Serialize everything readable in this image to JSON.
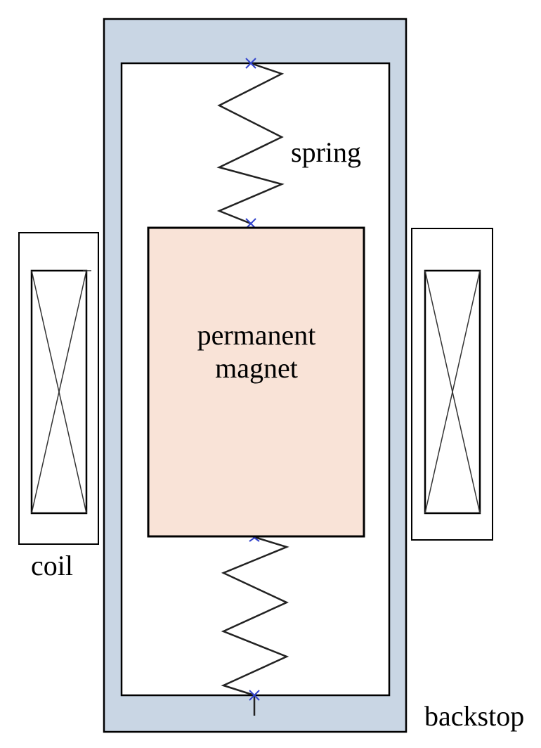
{
  "labels": {
    "spring": "spring",
    "magnet_line1": "permanent",
    "magnet_line2": "magnet",
    "coil": "coil",
    "backstop": "backstop"
  },
  "colors": {
    "housing_fill": "#c9d6e4",
    "magnet_fill": "#f9e3d7",
    "outline": "#000000",
    "spring_line": "#222222",
    "marker": "#3344cc",
    "background": "#ffffff"
  }
}
